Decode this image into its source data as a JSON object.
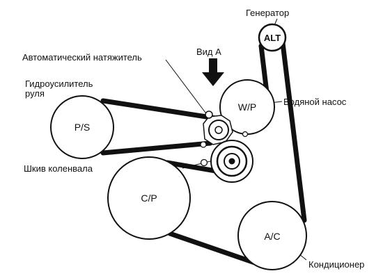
{
  "pulleys": {
    "ps": "P/S",
    "cp": "C/P",
    "wp": "W/P",
    "ac": "A/C",
    "alt": "ALT"
  },
  "labels": {
    "generator": "Генератор",
    "view_a": "Вид А",
    "auto_tensioner": "Автоматический натяжитель",
    "power_steering_line1": "Гидроусилитель",
    "power_steering_line2": "руля",
    "water_pump": "Водяной насос",
    "crankshaft_pulley": "Шкив коленвала",
    "air_conditioner": "Кондиционер"
  },
  "colors": {
    "line": "#111111",
    "background": "#ffffff"
  }
}
